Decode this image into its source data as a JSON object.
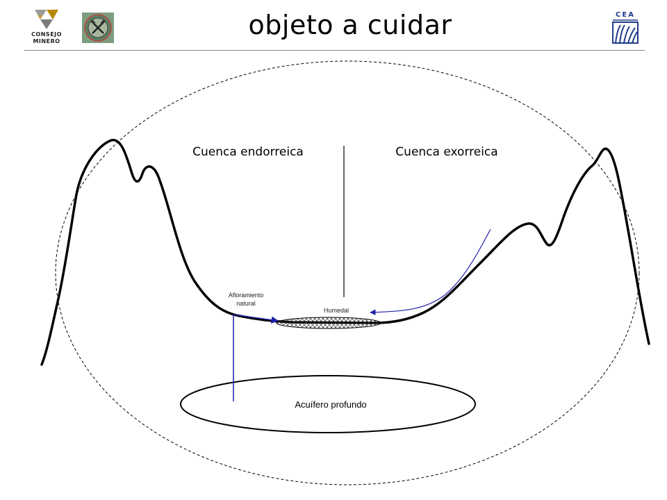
{
  "header": {
    "title": "objeto a cuidar",
    "logo_left_line1": "CONSEJO",
    "logo_left_line2": "MINERO",
    "logo_right": "CEA"
  },
  "diagram": {
    "label_endorreica": "Cuenca endorreica",
    "label_exorreica": "Cuenca exorreica",
    "label_afloramiento_1": "Afloramiento",
    "label_afloramiento_2": "natural",
    "label_humedal": "Humedal",
    "label_acuifero": "Acuífero profundo",
    "colors": {
      "terrain": "#000000",
      "flow_arrows": "#1f1fa8",
      "boundary": "#000000"
    }
  }
}
